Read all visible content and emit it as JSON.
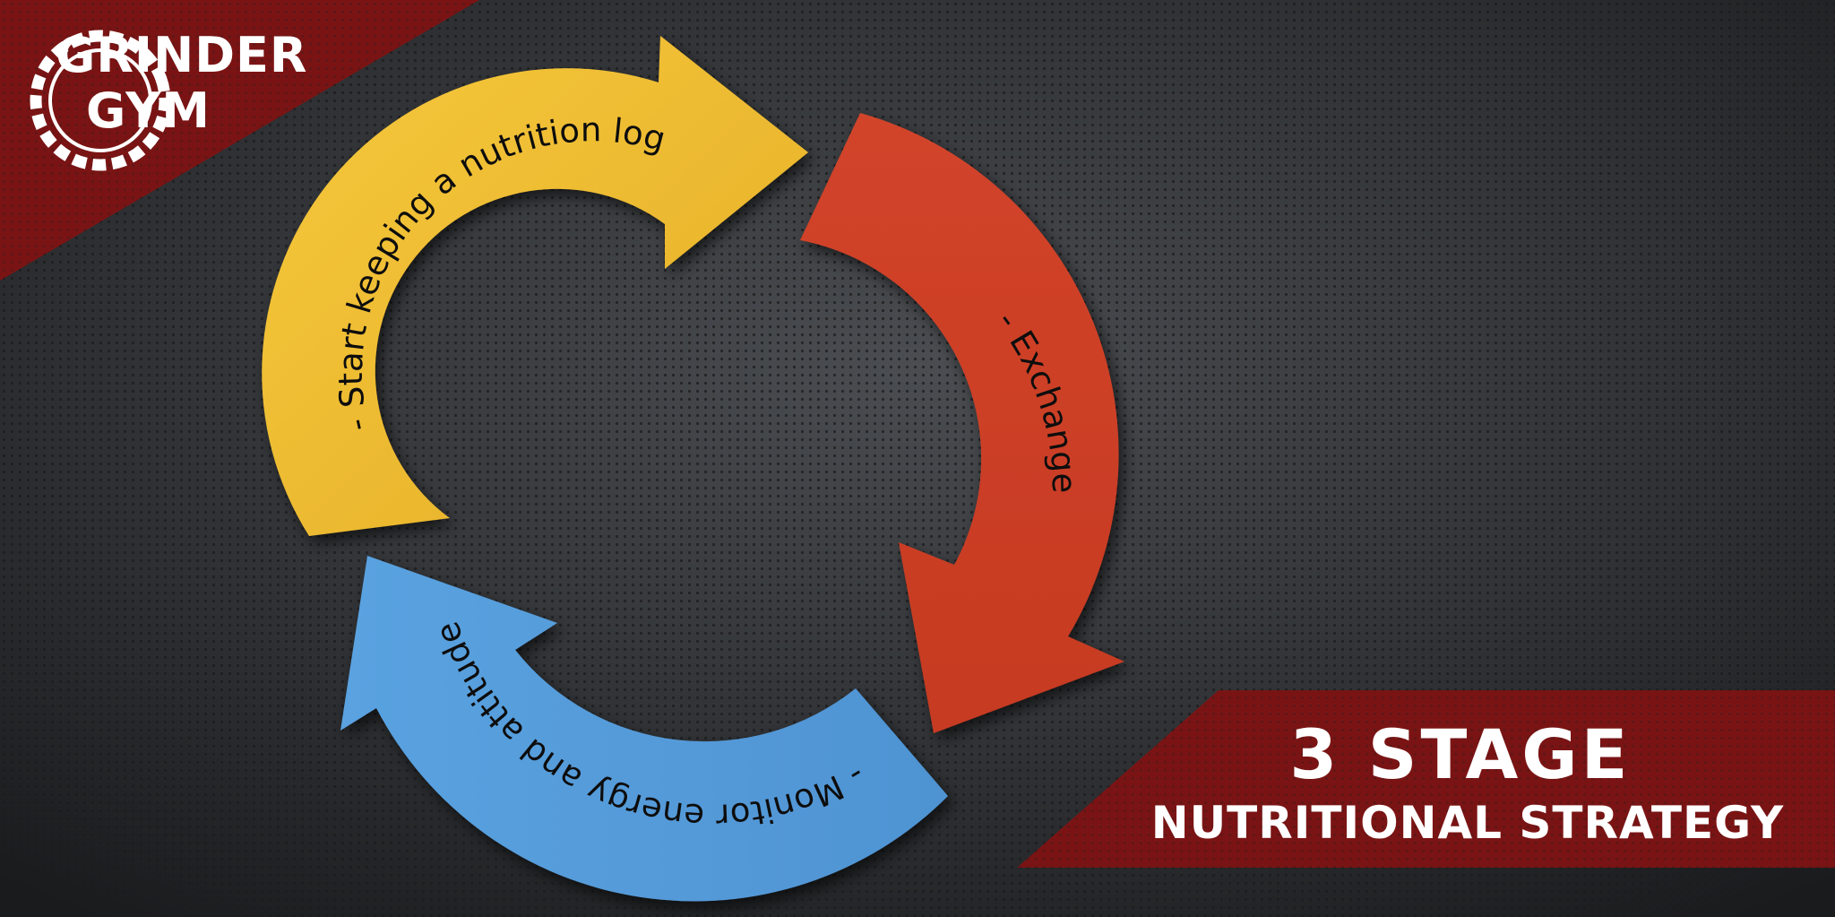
{
  "brand": {
    "line1": "GRINDER",
    "line2": "GYM"
  },
  "title": {
    "line1": "3 STAGE",
    "line2": "NUTRITIONAL STRATEGY"
  },
  "cycle": {
    "stages": [
      {
        "label": "- Start keeping a nutrition log",
        "color": "#f0bd32"
      },
      {
        "label": "- Exchange",
        "color": "#cf4028"
      },
      {
        "label": "- Monitor energy and attitude",
        "color": "#5aa0dc"
      }
    ]
  },
  "colors": {
    "background": "#2c2e31",
    "banner": "#7a1414",
    "text_on_banner": "#ffffff",
    "arc_text": "#111111"
  }
}
